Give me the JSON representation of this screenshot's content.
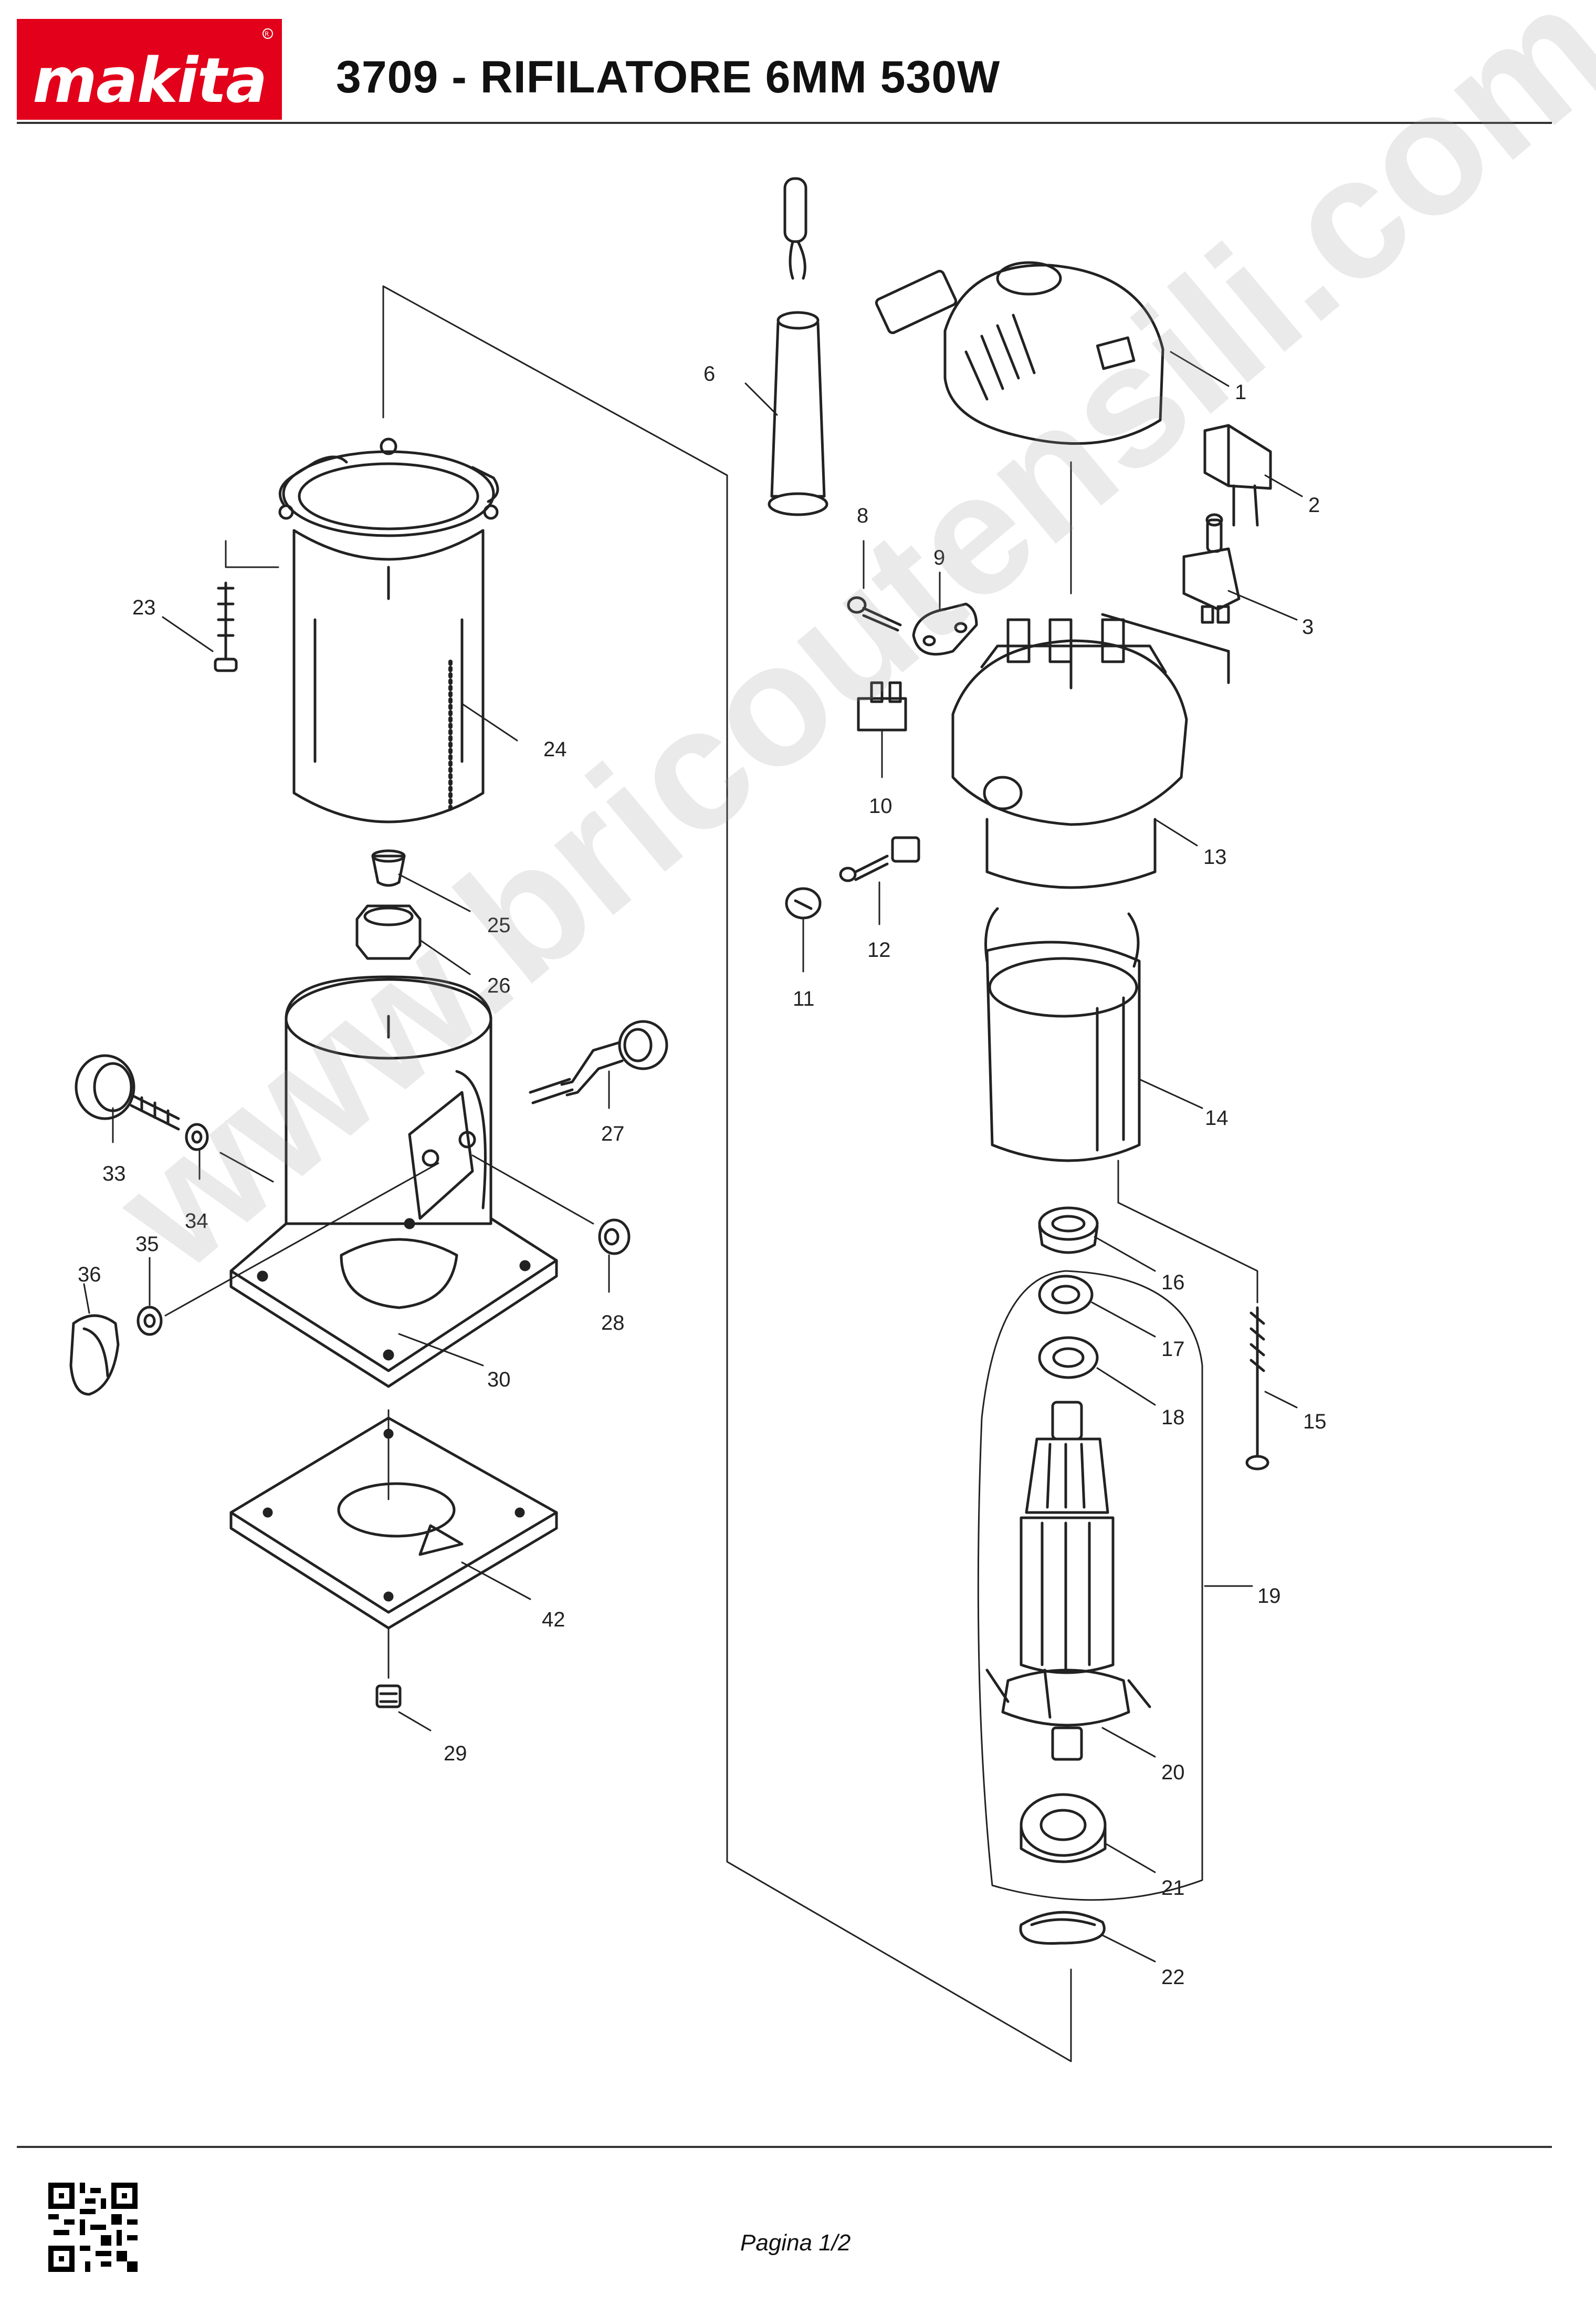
{
  "header": {
    "brand": "makita",
    "title": "3709 - RIFILATORE 6MM 530W"
  },
  "watermark": "www.bricoutensili.com",
  "footer": {
    "page": "Pagina 1/2"
  },
  "callouts": {
    "p1": "1",
    "p2": "2",
    "p3": "3",
    "p6": "6",
    "p8": "8",
    "p9": "9",
    "p10": "10",
    "p11": "11",
    "p12": "12",
    "p13": "13",
    "p14": "14",
    "p15": "15",
    "p16": "16",
    "p17": "17",
    "p18": "18",
    "p19": "19",
    "p20": "20",
    "p21": "21",
    "p22": "22",
    "p23": "23",
    "p24": "24",
    "p25": "25",
    "p26": "26",
    "p27": "27",
    "p28": "28",
    "p29": "29",
    "p30": "30",
    "p33": "33",
    "p34": "34",
    "p35": "35",
    "p36": "36",
    "p42": "42"
  }
}
